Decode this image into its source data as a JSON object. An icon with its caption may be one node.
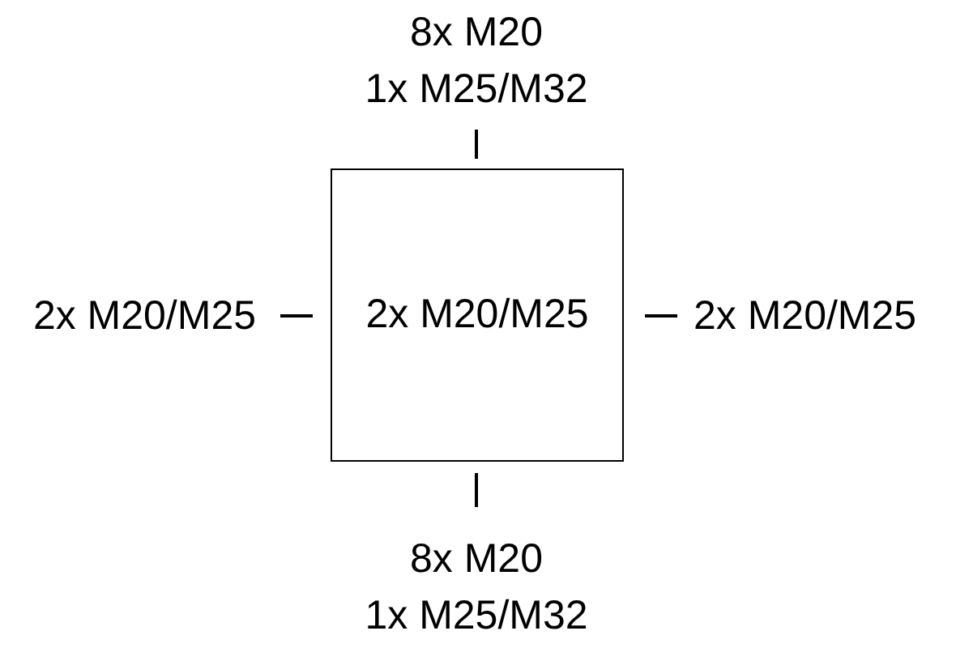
{
  "diagram": {
    "nodes": [
      {
        "text": [
          "2x M20/M25"
        ]
      }
    ],
    "labels": [
      "8x M20",
      "1x M25/M32",
      "2x M20/M25",
      "2x M20/M25",
      "8x M20",
      "1x M25/M32"
    ]
  }
}
